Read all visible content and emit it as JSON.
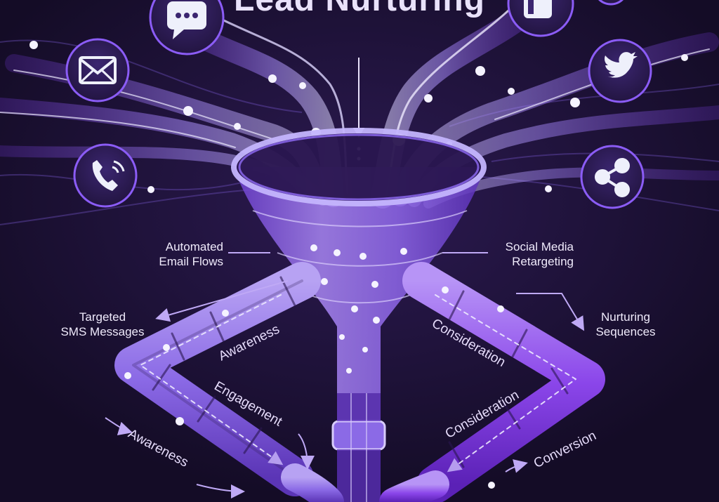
{
  "title": "Lead Nurturing",
  "channels": {
    "left": [
      "chat-icon",
      "email-icon",
      "phone-icon"
    ],
    "right": [
      "facebook-icon",
      "twitter-icon",
      "share-icon"
    ]
  },
  "callouts": {
    "automated_email": "Automated\nEmail Flows",
    "social_retargeting": "Social Media\nRetargeting",
    "targeted_sms": "Targeted\nSMS Messages",
    "nurturing_sequences": "Nurturing\nSequences"
  },
  "stages": {
    "awareness_inner": "Awareness",
    "engagement_inner": "Engagement",
    "awareness_outer": "Awareness",
    "consideration_right_top": "Consideration",
    "consideration_right_inner": "Consideration",
    "conversion": "Conversion"
  },
  "colors": {
    "background": "#1a1030",
    "accent": "#8b5cf6",
    "accent_light": "#c4b5fd",
    "icon_circle": "#2a1b4d"
  }
}
